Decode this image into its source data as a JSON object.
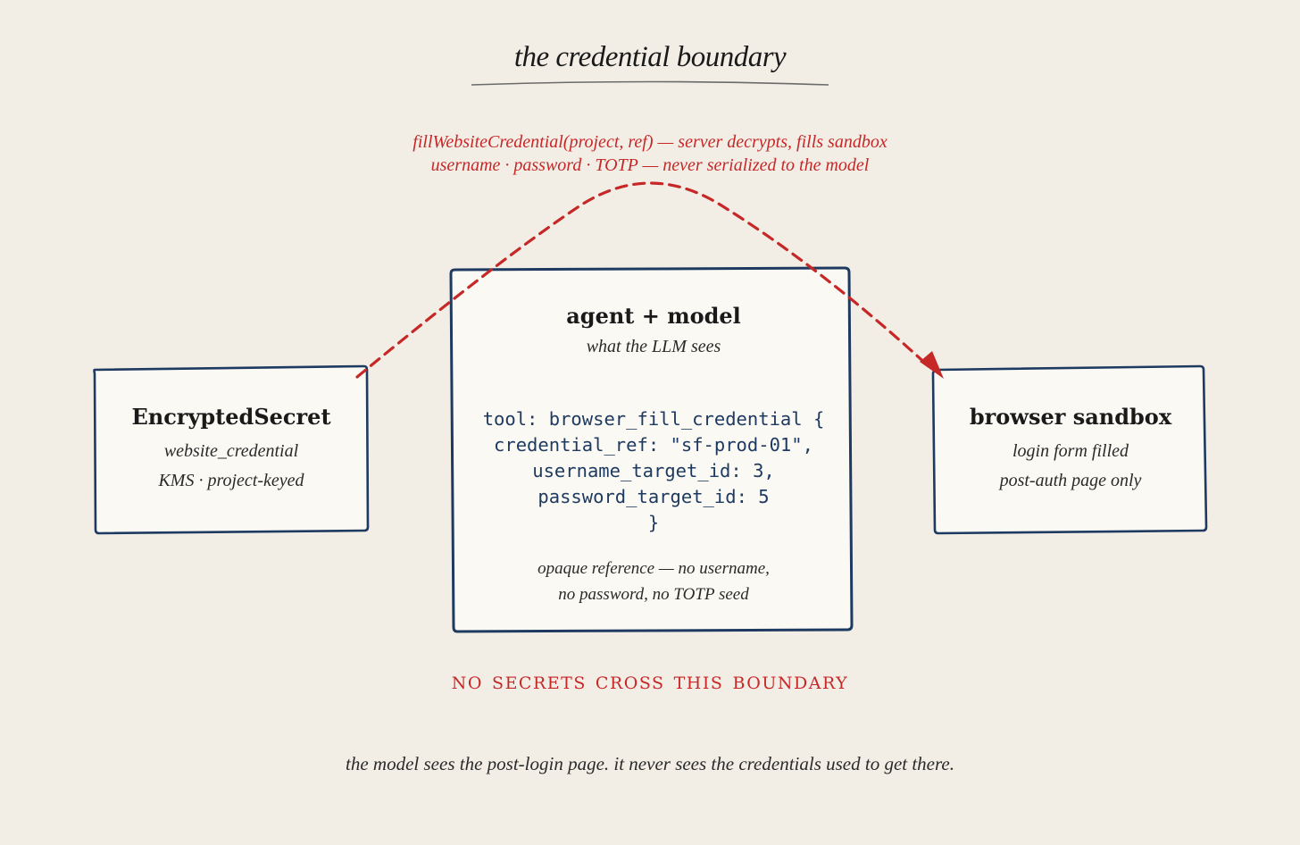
{
  "title": "the credential boundary",
  "arc_caption": {
    "line1": "fillWebsiteCredential(project, ref) — server decrypts, fills sandbox",
    "line2": "username · password · TOTP — never serialized to the model"
  },
  "boxes": {
    "left": {
      "title": "EncryptedSecret",
      "lines": [
        "website_credential",
        "KMS · project-keyed"
      ]
    },
    "center": {
      "title": "agent + model",
      "subtitle": "what the LLM sees",
      "code": [
        "tool: browser_fill_credential {",
        "credential_ref: \"sf-prod-01\",",
        "username_target_id: 3,",
        "password_target_id: 5",
        "}"
      ],
      "note": [
        "opaque reference — no username,",
        "no password, no TOTP seed"
      ]
    },
    "right": {
      "title": "browser sandbox",
      "lines": [
        "login form filled",
        "post-auth page only"
      ]
    }
  },
  "boundary_label": "NO SECRETS CROSS THIS BOUNDARY",
  "footer": "the model sees the post-login page. it never sees the credentials used to get there.",
  "colors": {
    "background": "#f2eee6",
    "box_fill": "#fbf9f4",
    "box_stroke": "#1e3a60",
    "accent_red": "#c62828",
    "text": "#1a1a1a"
  }
}
